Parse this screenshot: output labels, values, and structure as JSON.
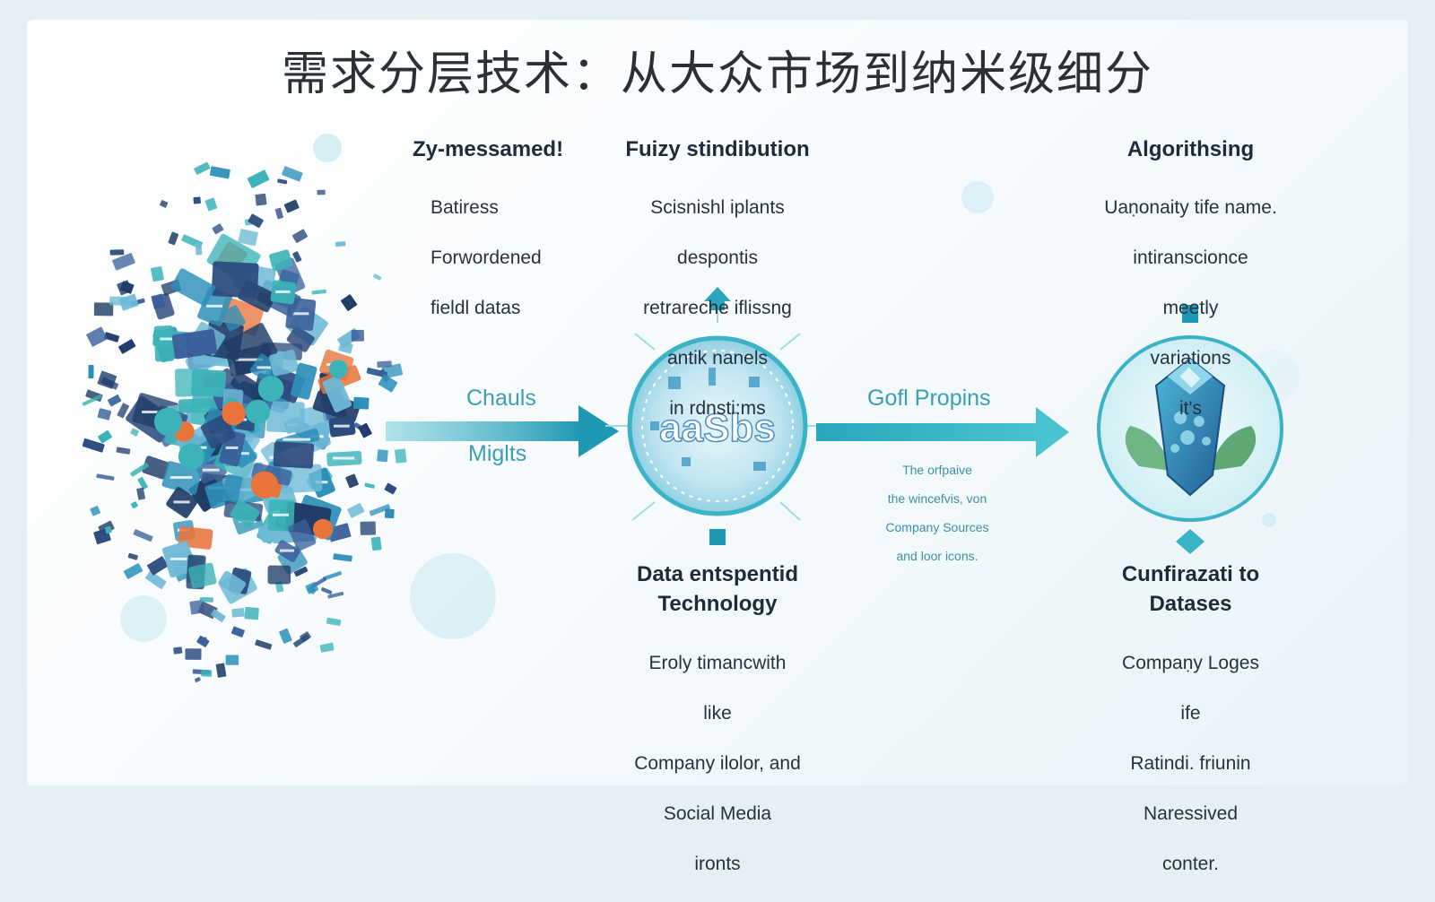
{
  "title": "需求分层技术：从大众市场到纳米级细分",
  "stage1": {
    "heading": "Zy-messamed!",
    "lines": [
      "Batiress",
      "Forwordened",
      "fieldl datas"
    ]
  },
  "stage2_top": {
    "heading": "Fuizy stindibution",
    "lines": [
      "Scisnishl iplants",
      "despontis",
      "retrareche iflissng",
      "antik nanels",
      "in rdnsti:ms"
    ]
  },
  "stage2_bottom": {
    "heading_lines": [
      "Data entspentid",
      "Technology"
    ],
    "lines": [
      "Eroly timancwith",
      "like",
      "Company ilolor, and",
      "Social Media",
      "ironts"
    ]
  },
  "stage3_top": {
    "heading": "Algorithsing",
    "lines": [
      "Uaṇonaity tife name.",
      "intiranscionce",
      "meetly",
      "variations",
      "it's"
    ]
  },
  "stage3_bottom": {
    "heading_lines": [
      "Cunfirazati to",
      "Datases"
    ],
    "lines": [
      "Compaṇy Loges",
      "ife",
      "Ratindi. friunin",
      "Naressived",
      "conter."
    ]
  },
  "arrow1": {
    "label_top": "Chauls",
    "label_bottom": "Miglts"
  },
  "arrow2": {
    "label_top": "Gofl Propins",
    "note_lines": [
      "The orfpaive",
      "the wincefvis, von",
      "Company Sources",
      "and loor icons."
    ]
  },
  "globe_text": "aaSbs",
  "colors": {
    "accent": "#2aa6bd",
    "dark_blue": "#2b4a7c",
    "teal": "#3bb3b8",
    "orange": "#e8743b",
    "gem": "#2f7fb0",
    "leaf": "#5fa874"
  }
}
